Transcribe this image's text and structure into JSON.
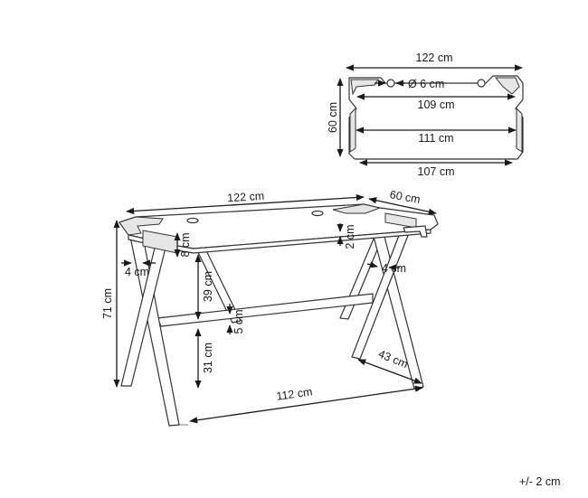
{
  "top_view": {
    "width_label": "122 cm",
    "depth_label": "60 cm",
    "hole_label": "Ø 6 cm",
    "inner_label_1": "109 cm",
    "inner_label_2": "111 cm",
    "bottom_label": "107 cm"
  },
  "side_view": {
    "top_width_label": "122 cm",
    "top_depth_label": "60 cm",
    "height_label": "71 cm",
    "side_panel_label": "8 cm",
    "top_thickness_label": "2 cm",
    "leg_width_left_label": "4 cm",
    "leg_width_right_label": "4 cm",
    "clearance_upper_label": "39 cm",
    "crossbar_label": "5 cm",
    "clearance_lower_label": "31 cm",
    "base_width_label": "112 cm",
    "foot_depth_label": "43 cm"
  },
  "tolerance": "+/- 2 cm"
}
